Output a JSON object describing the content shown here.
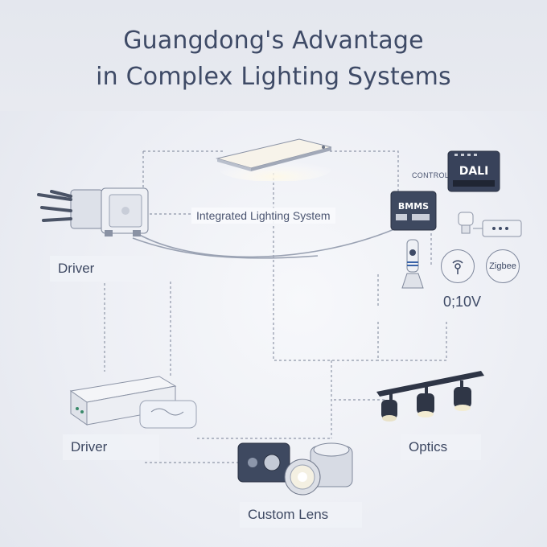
{
  "header": {
    "title_line1": "Guangdong's Advantage",
    "title_line2": "in Complex Lighting Systems"
  },
  "diagram": {
    "center_label": "Integrated Lighting System",
    "control_label": "CONTROL",
    "dali_label": "DALI",
    "bmms_label": "BMMS",
    "zigbee_label": "Zigbee",
    "zero_ten_label": "0;10V",
    "driver_top_label": "Driver",
    "driver_bottom_label": "Driver",
    "optics_label": "Optics",
    "custom_lens_label": "Custom Lens"
  },
  "colors": {
    "title": "#3e4a66",
    "connector": "#8e96a8",
    "device_dark": "#3c4658",
    "background": "#eceef4"
  }
}
